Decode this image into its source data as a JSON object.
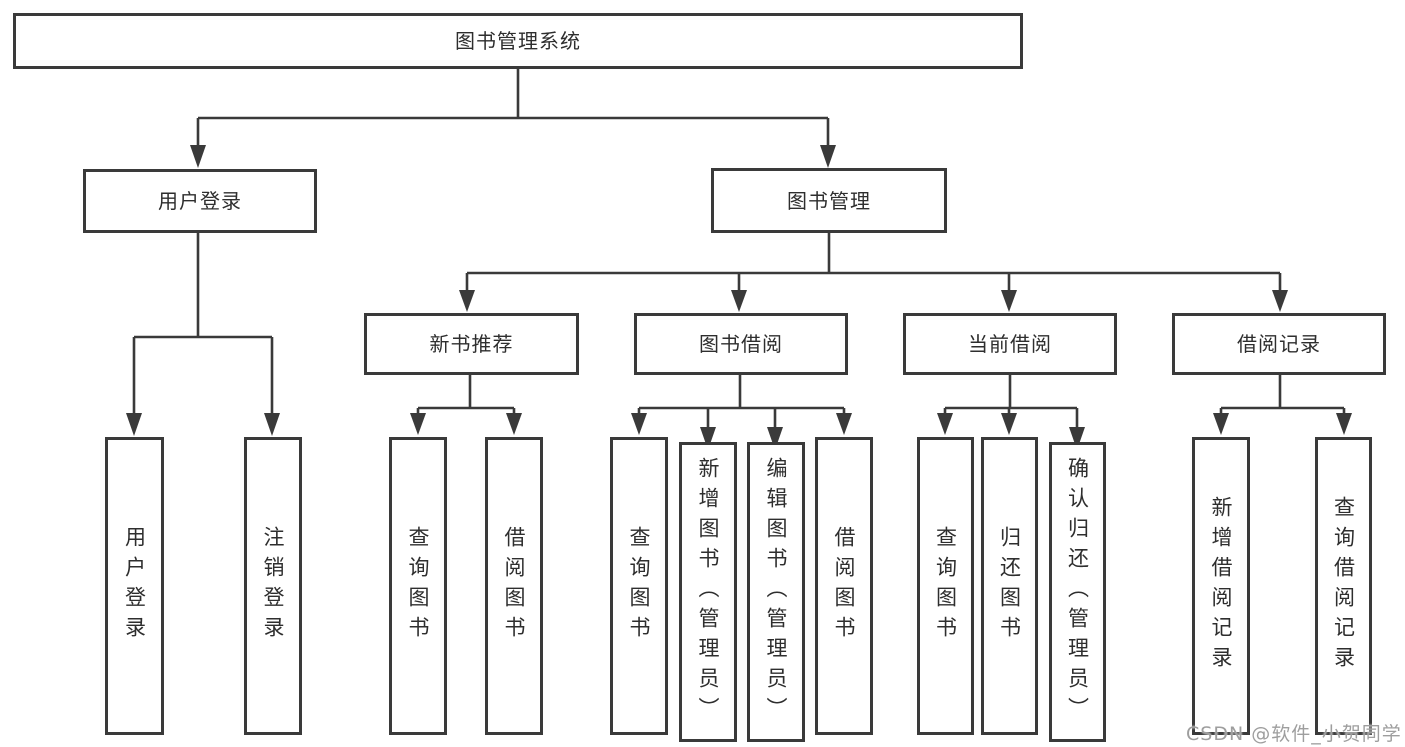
{
  "colors": {
    "line": "#3a3a3a",
    "box_border": "#3a3a3a",
    "text": "#2e2e2e",
    "watermark": "#9e9e9e",
    "background": "#ffffff"
  },
  "tree": {
    "root": {
      "label": "图书管理系统",
      "children": [
        {
          "label": "用户登录",
          "children": [
            {
              "label": "用户登录"
            },
            {
              "label": "注销登录"
            }
          ]
        },
        {
          "label": "图书管理",
          "children": [
            {
              "label": "新书推荐",
              "children": [
                {
                  "label": "查询图书"
                },
                {
                  "label": "借阅图书"
                }
              ]
            },
            {
              "label": "图书借阅",
              "children": [
                {
                  "label": "查询图书"
                },
                {
                  "label": "新增图书（管理员）"
                },
                {
                  "label": "编辑图书（管理员）"
                },
                {
                  "label": "借阅图书"
                }
              ]
            },
            {
              "label": "当前借阅",
              "children": [
                {
                  "label": "查询图书"
                },
                {
                  "label": "归还图书"
                },
                {
                  "label": "确认归还（管理员）"
                }
              ]
            },
            {
              "label": "借阅记录",
              "children": [
                {
                  "label": "新增借阅记录"
                },
                {
                  "label": "查询借阅记录"
                }
              ]
            }
          ]
        }
      ]
    }
  },
  "watermark": {
    "text": "CSDN @软件_小贺同学"
  }
}
